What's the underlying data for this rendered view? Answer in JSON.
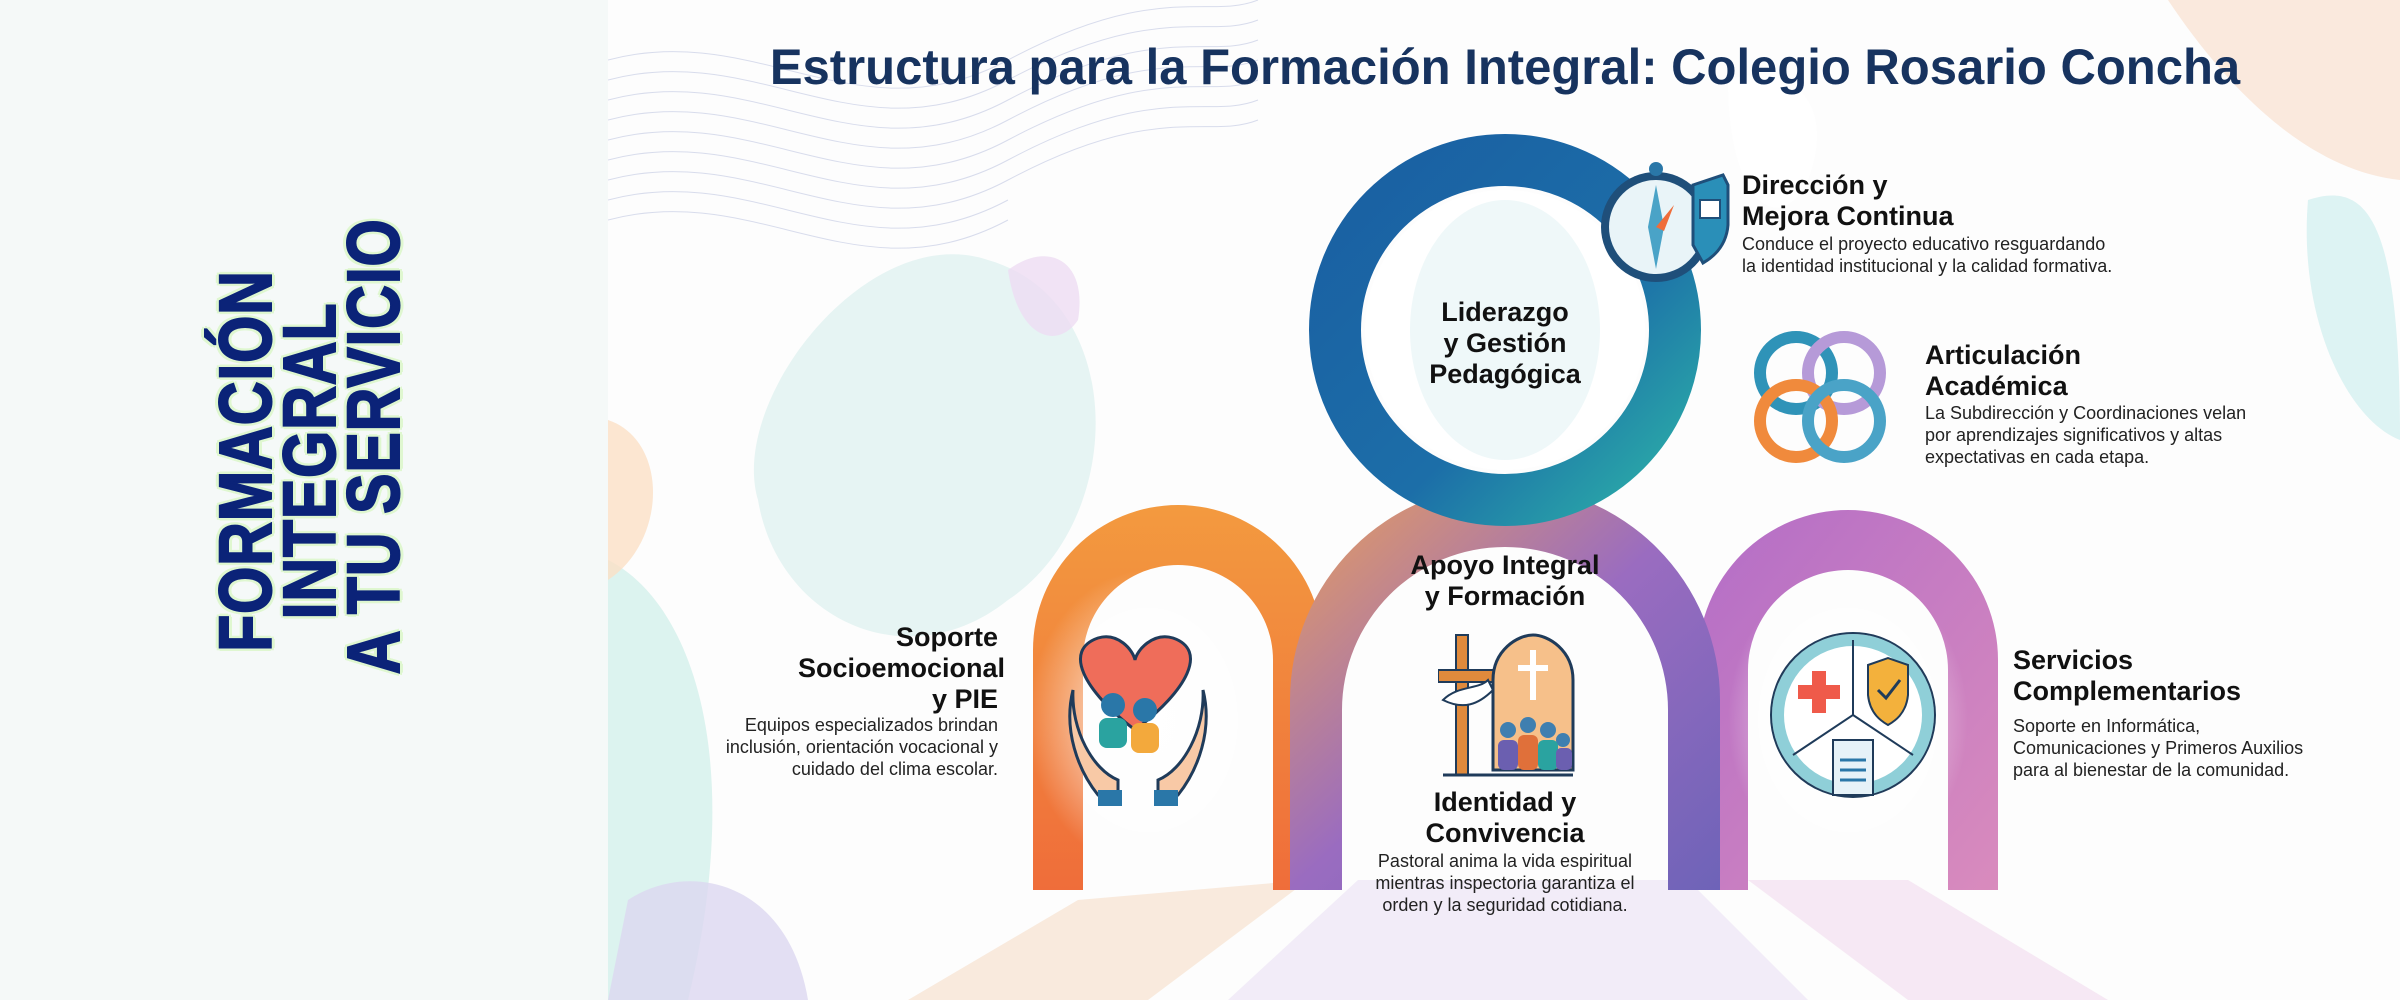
{
  "side_banner": {
    "lines": [
      "FORMACIÓN",
      "INTEGRAL",
      "A TU SERVICIO"
    ]
  },
  "title": "Estructura para la Formación Integral: Colegio Rosario Concha",
  "center": {
    "title_lines": [
      "Liderazgo",
      "y Gestión",
      "Pedagógica"
    ]
  },
  "direccion": {
    "title_lines": [
      "Dirección y",
      "Mejora Continua"
    ],
    "desc_lines": [
      "Conduce el proyecto educativo resguardando",
      "la identidad institucional y la calidad formativa."
    ],
    "icon": "compass-shield-icon"
  },
  "articulacion": {
    "title_lines": [
      "Articulación",
      "Académica"
    ],
    "desc_lines": [
      "La Subdirección y Coordinaciones velan",
      "por aprendizajes significativos y altas",
      "expectativas en cada etapa."
    ],
    "icon": "interlocked-rings-icon"
  },
  "apoyo": {
    "title_lines": [
      "Apoyo Integral",
      "y Formación"
    ]
  },
  "soporte": {
    "title_lines": [
      "Soporte",
      "Socioemocional",
      "y PIE"
    ],
    "desc_lines": [
      "Equipos especializados brindan",
      "inclusión, orientación vocacional y",
      "cuidado del clima escolar."
    ],
    "icon": "hands-heart-icon"
  },
  "identidad": {
    "title_lines": [
      "Identidad y",
      "Convivencia"
    ],
    "desc_lines": [
      "Pastoral anima la vida espiritual",
      "mientras inspectoria garantiza el",
      "orden y la seguridad cotidiana."
    ],
    "icon": "cross-church-community-icon"
  },
  "servicios": {
    "title_lines": [
      "Servicios",
      "Complementarios"
    ],
    "desc_lines": [
      "Soporte en Informática,",
      "Comunicaciones y Primeros Auxilios",
      "para al bienestar de la comunidad."
    ],
    "icon": "medical-shield-document-icon"
  },
  "colors": {
    "navy": "#0b2378",
    "title": "#17335f",
    "blue": "#1b5fa0",
    "teal": "#2aa3a0",
    "orange": "#f08a3c",
    "purple": "#c27bc4"
  }
}
